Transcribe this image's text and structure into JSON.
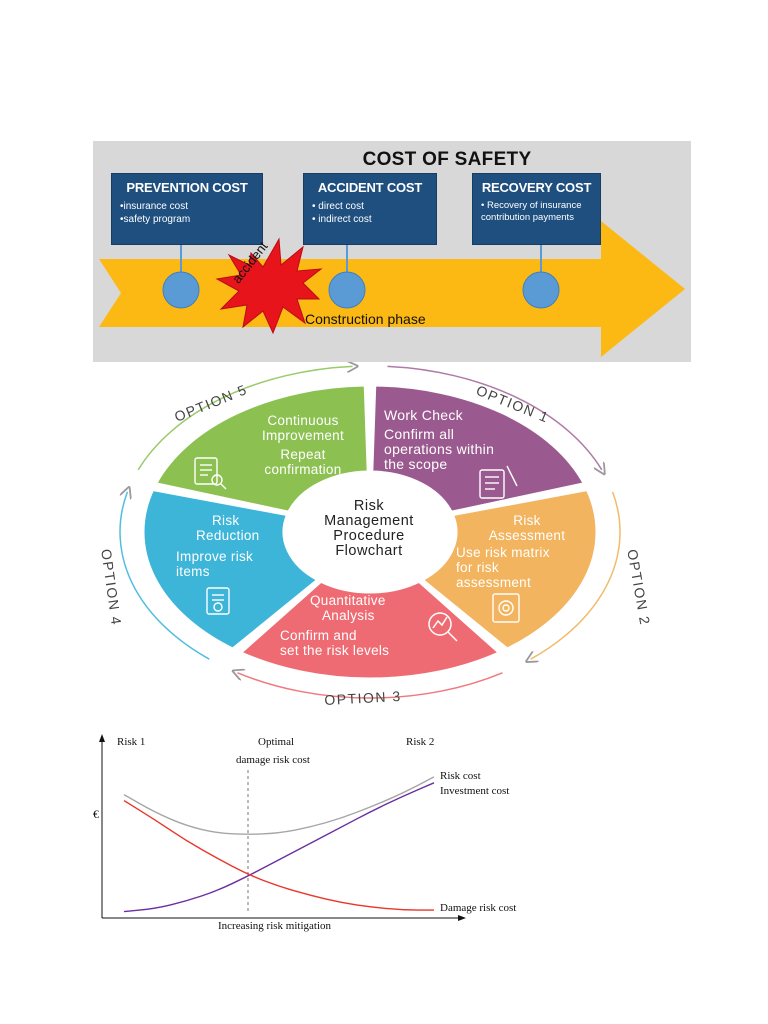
{
  "cost_of_safety": {
    "title": "COST OF SAFETY",
    "prevention": {
      "title": "PREVENTION COST",
      "items": [
        "•insurance cost",
        "•safety program"
      ]
    },
    "accident": {
      "title": "ACCIDENT COST",
      "items": [
        "• direct cost",
        "• indirect cost"
      ]
    },
    "recovery": {
      "title": "RECOVERY COST",
      "items": [
        "• Recovery of insurance",
        "contribution payments"
      ]
    },
    "accident_label": "accident",
    "phase_label": "Construction phase",
    "colors": {
      "box": "#1e4f7f",
      "arrow": "#fdb913",
      "node": "#5b9bd5",
      "burst": "#e8141c"
    }
  },
  "flowchart": {
    "center": [
      "Risk",
      "Management",
      "Procedure",
      "Flowchart"
    ],
    "segments": [
      {
        "id": "work-check",
        "lines": [
          "Work Check",
          "Confirm all",
          "operations within",
          "the scope"
        ],
        "color": "#9b5a8f"
      },
      {
        "id": "risk-assessment",
        "lines": [
          "Risk",
          "Assessment",
          "Use risk matrix",
          "for risk",
          "assessment"
        ],
        "color": "#f2b45e"
      },
      {
        "id": "quantitative-analysis",
        "lines": [
          "Quantitative",
          "Analysis",
          "Confirm and",
          "set the risk levels"
        ],
        "color": "#ee6b73"
      },
      {
        "id": "risk-reduction",
        "lines": [
          "Risk",
          "Reduction",
          "Improve risk",
          "items"
        ],
        "color": "#3db5d8"
      },
      {
        "id": "continuous-improvement",
        "lines": [
          "Continuous",
          "Improvement",
          "Repeat",
          "confirmation"
        ],
        "color": "#8cc152"
      }
    ],
    "options": [
      "OPTION 1",
      "OPTION 2",
      "OPTION 3",
      "OPTION 4",
      "OPTION 5"
    ]
  },
  "chart_data": {
    "type": "line",
    "xlabel": "Increasing risk mitigation",
    "ylabel": "€",
    "annotations": [
      "Risk 1",
      "Optimal",
      "damage risk cost",
      "Risk 2"
    ],
    "series": [
      {
        "name": "Risk cost",
        "color": "#a6a6a6",
        "x": [
          0,
          0.1,
          0.2,
          0.3,
          0.4,
          0.5,
          0.6,
          0.7,
          0.8,
          0.9,
          1.0
        ],
        "y": [
          0.82,
          0.7,
          0.61,
          0.56,
          0.55,
          0.56,
          0.6,
          0.66,
          0.74,
          0.83,
          0.94
        ]
      },
      {
        "name": "Investment cost",
        "color": "#6a2fa0",
        "x": [
          0,
          0.1,
          0.2,
          0.3,
          0.4,
          0.5,
          0.6,
          0.7,
          0.8,
          0.9,
          1.0
        ],
        "y": [
          0.03,
          0.05,
          0.1,
          0.17,
          0.27,
          0.38,
          0.49,
          0.6,
          0.71,
          0.81,
          0.9
        ]
      },
      {
        "name": "Damage risk cost",
        "color": "#e8372a",
        "x": [
          0,
          0.1,
          0.2,
          0.3,
          0.4,
          0.5,
          0.6,
          0.7,
          0.8,
          0.9,
          1.0
        ],
        "y": [
          0.78,
          0.65,
          0.51,
          0.39,
          0.28,
          0.2,
          0.14,
          0.09,
          0.06,
          0.04,
          0.04
        ]
      }
    ],
    "optimal_x": 0.4,
    "xlim": [
      0,
      1
    ],
    "ylim": [
      0,
      1
    ],
    "grid": false
  }
}
